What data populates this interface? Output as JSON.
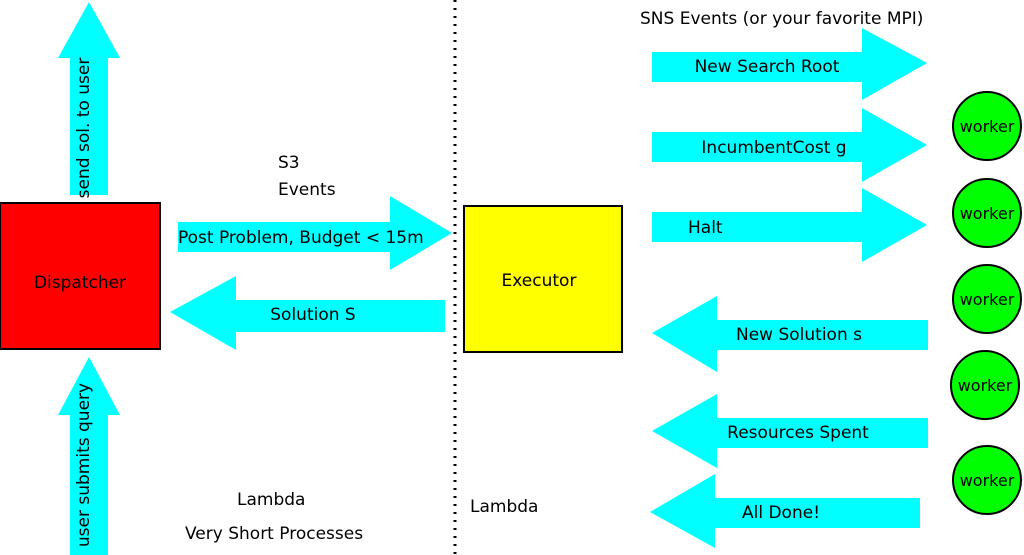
{
  "colors": {
    "arrow": "#00ffff",
    "dispatcher": "#ff0000",
    "executor": "#ffff00",
    "worker": "#00ff00",
    "divider": "#000000"
  },
  "title": "SNS Events (or your favorite MPI)",
  "s3_label_line1": "S3",
  "s3_label_line2": "Events",
  "dispatcher": {
    "label": "Dispatcher"
  },
  "executor": {
    "label": "Executor"
  },
  "workers": [
    "worker",
    "worker",
    "worker",
    "worker",
    "worker"
  ],
  "arrows": {
    "send_solution": "send sol. to user",
    "user_submits": "user submits query",
    "post_problem": "Post Problem, Budget < 15m",
    "solution": "Solution S",
    "new_search_root": "New Search Root",
    "incumbent_cost": "IncumbentCost g",
    "halt": "Halt",
    "new_solution": "New Solution s",
    "resources_spent": "Resources Spent",
    "all_done": "All Done!"
  },
  "lambda_left": "Lambda",
  "lambda_right": "Lambda",
  "very_short": "Very Short Processes"
}
